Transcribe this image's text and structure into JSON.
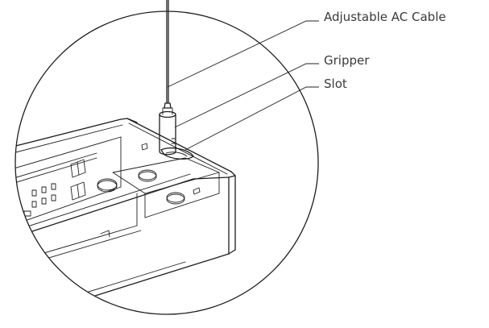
{
  "labels": {
    "cable": "Adjustable AC Cable",
    "gripper": "Gripper",
    "slot": "Slot"
  },
  "colors": {
    "line": "#1e1e1e",
    "text": "#3a3a3a",
    "background": "#ffffff"
  }
}
